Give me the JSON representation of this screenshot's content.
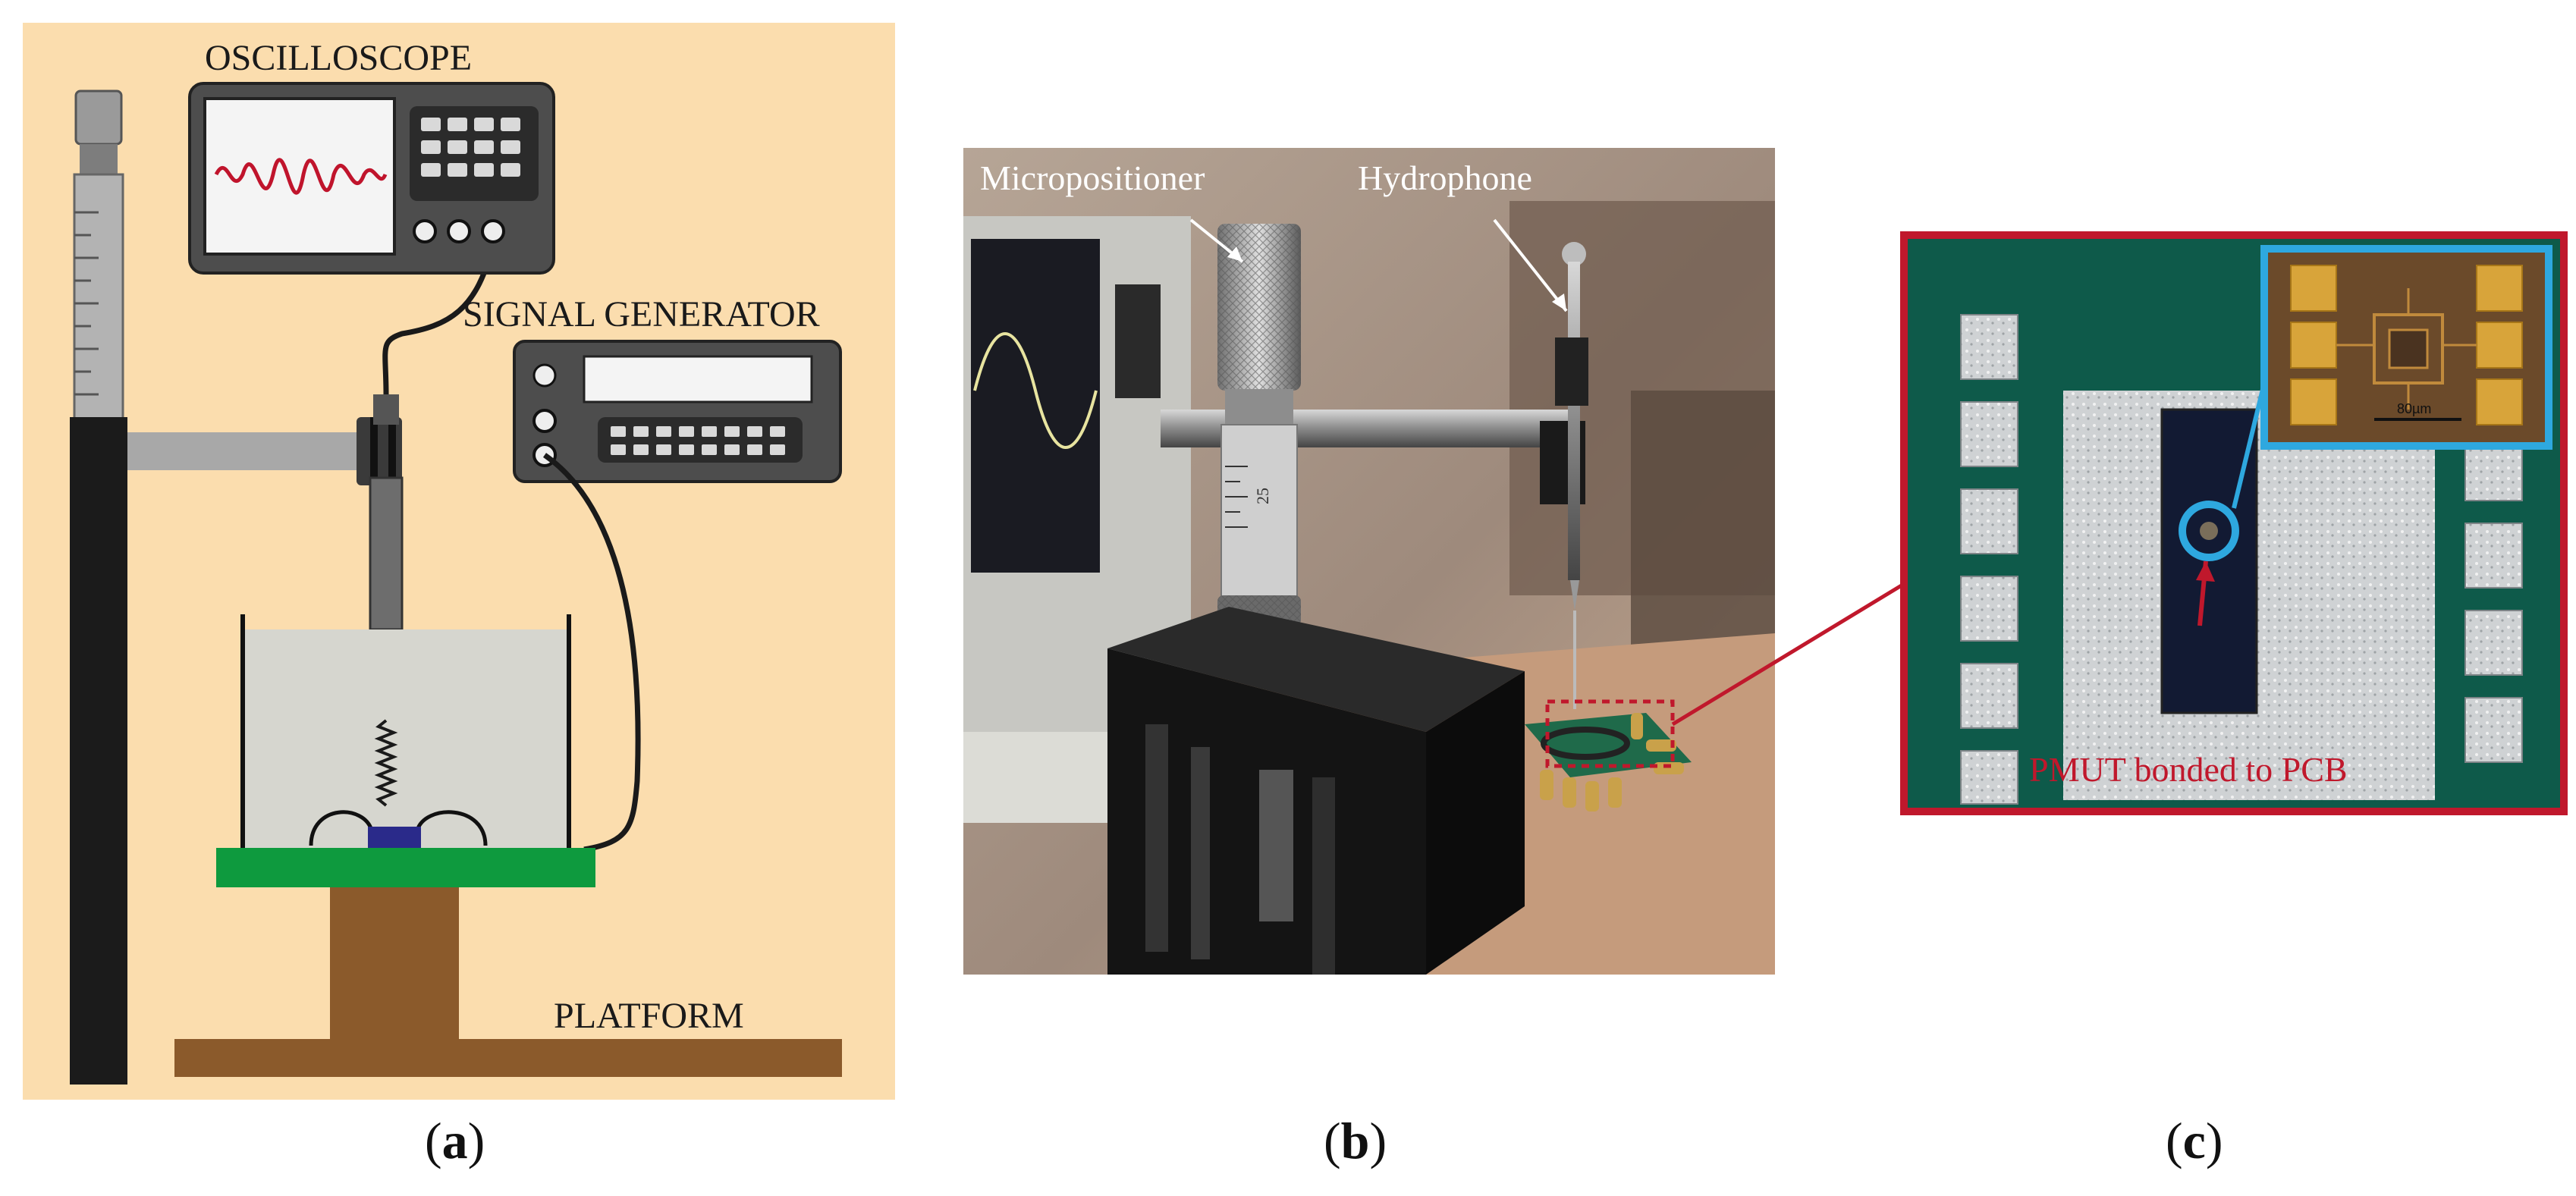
{
  "panel_a": {
    "labels": {
      "oscilloscope": "OSCILLOSCOPE",
      "signal_generator": "SIGNAL GENERATOR",
      "platform": "PLATFORM"
    },
    "colors": {
      "background": "#FBDDAE",
      "pcb": "#0E9A3E",
      "chip": "#2A2A8A",
      "stand": "#8B5A2B",
      "wave": "#C0142C",
      "hydrophone_tip": "#F2A21F"
    }
  },
  "panel_b": {
    "labels": {
      "micropositioner": "Micropositioner",
      "hydrophone": "Hydrophone"
    },
    "micrometer_digits": "25"
  },
  "panel_c": {
    "labels": {
      "pmut": "PMUT bonded to PCB",
      "scale_bar": "80µm"
    },
    "colors": {
      "frame": "#C0182C",
      "inset_frame": "#2EA8DF",
      "board": "#0E5A4A"
    }
  },
  "captions": {
    "a": {
      "open": "(",
      "letter": "a",
      "close": ")"
    },
    "b": {
      "open": "(",
      "letter": "b",
      "close": ")"
    },
    "c": {
      "open": "(",
      "letter": "c",
      "close": ")"
    }
  }
}
